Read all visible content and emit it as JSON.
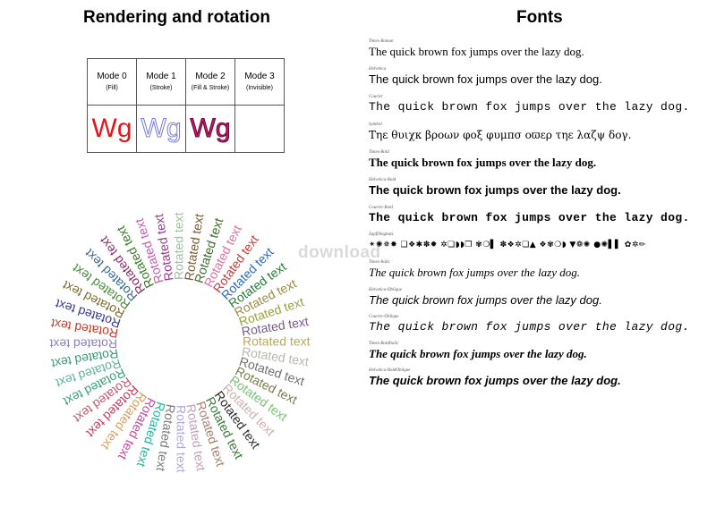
{
  "headings": {
    "left": "Rendering and rotation",
    "right": "Fonts"
  },
  "modes": [
    {
      "label": "Mode 0",
      "sub": "(Fill)",
      "sample": "Wg",
      "style": "fill"
    },
    {
      "label": "Mode 1",
      "sub": "(Stroke)",
      "sample": "Wg",
      "style": "stroke"
    },
    {
      "label": "Mode 2",
      "sub": "(Fill & Stroke)",
      "sample": "Wg",
      "style": "both"
    },
    {
      "label": "Mode 3",
      "sub": "(Invisible)",
      "sample": "",
      "style": "invisible"
    }
  ],
  "rotated": {
    "label": "Rotated text",
    "colors": [
      "#b0a8d8",
      "#7a7a7a",
      "#1fb89a",
      "#c24a9a",
      "#d4a060",
      "#c83a5a",
      "#c85870",
      "#3aa07a",
      "#60b0a0",
      "#3a9a7a",
      "#8a80c0",
      "#c83a28",
      "#3a3a8a",
      "#7a6a2a",
      "#4a8a3a",
      "#3a6a8a",
      "#8a2a6a",
      "#3a7a2a",
      "#c060b0",
      "#9a3a8a",
      "#a0c0a0",
      "#7a5a30",
      "#3a6a28",
      "#e070a0",
      "#c83a38",
      "#2a6ac0",
      "#2a7a3a",
      "#9a8a4a",
      "#9aa03a",
      "#7a5a8a",
      "#b8a860",
      "#b8b8b0",
      "#707070",
      "#7a7a4a",
      "#7ac07a",
      "#d0b0b0",
      "#2a2a2a",
      "#3a7a3a",
      "#a88070",
      "#c0a0b8"
    ]
  },
  "fonts": [
    {
      "name": "Times-Roman",
      "text": "The quick brown fox jumps over the lazy dog.",
      "cls": "f-serif"
    },
    {
      "name": "Helvetica",
      "text": "The quick brown fox jumps over the lazy dog.",
      "cls": "f-sans"
    },
    {
      "name": "Courier",
      "text": "The quick brown fox jumps over the lazy dog.",
      "cls": "f-mono"
    },
    {
      "name": "Symbol",
      "text": "Τηε θυιχκ βροων φοξ φυμπσ οϖερ τηε λαζψ δογ.",
      "cls": "f-symbol"
    },
    {
      "name": "Times-Bold",
      "text": "The quick brown fox jumps over the lazy dog.",
      "cls": "f-serif bold"
    },
    {
      "name": "Helvetica-Bold",
      "text": "The quick brown fox jumps over the lazy dog.",
      "cls": "f-sans bold"
    },
    {
      "name": "Courier-Bold",
      "text": "The quick brown fox jumps over the lazy dog.",
      "cls": "f-mono bold"
    },
    {
      "name": "ZapfDingbats",
      "text": "✴✺✵✸ ❑❖✱✽✹ ✲❏◗◗❒ ✾❍▌ ✽❖✲❏▲ ❖✾❍◗ ▼❁✺ ●✺▌▌ ✿✲✏",
      "cls": "f-dings"
    },
    {
      "name": "Times-Italic",
      "text": "The quick brown fox jumps over the lazy dog.",
      "cls": "f-serif italic"
    },
    {
      "name": "Helvetica-Oblique",
      "text": "The quick brown fox jumps over the lazy dog.",
      "cls": "f-sans italic"
    },
    {
      "name": "Courier-Oblique",
      "text": "The quick brown fox jumps over the lazy dog.",
      "cls": "f-mono italic"
    },
    {
      "name": "Times-BoldItalic",
      "text": "The quick brown fox jumps over the lazy dog.",
      "cls": "f-serif bold italic"
    },
    {
      "name": "Helvetica-BoldOblique",
      "text": "The quick brown fox jumps over the lazy dog.",
      "cls": "f-sans bold italic"
    }
  ],
  "watermark": "download"
}
